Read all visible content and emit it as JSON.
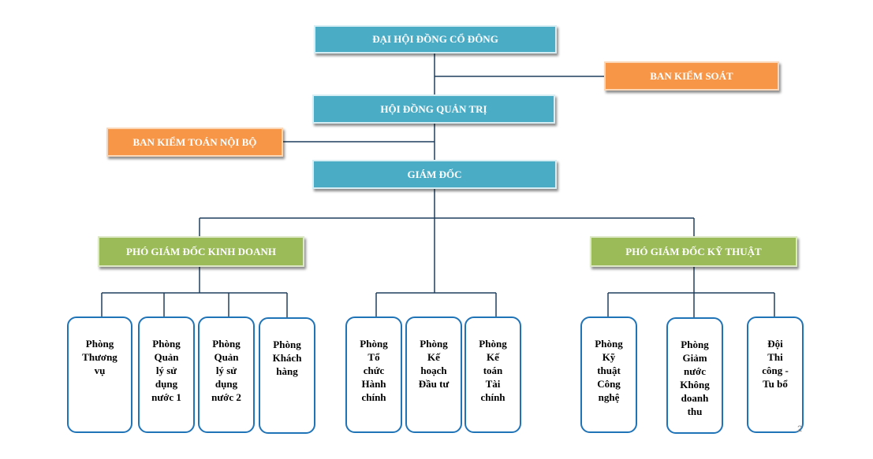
{
  "colors": {
    "executive": "#4bacc6",
    "control": "#f79646",
    "deputy": "#9bbb59",
    "department_border": "#1f73b7",
    "connector": "#1f3f5f"
  },
  "nodes": {
    "shareholders_meeting": "ĐẠI HỘI ĐỒNG CỔ ĐÔNG",
    "supervisory_board": "BAN KIỂM SOÁT",
    "board_of_directors": "HỘI ĐỒNG QUẢN TRỊ",
    "internal_audit": "BAN KIỂM TOÁN NỘI BỘ",
    "director": "GIÁM ĐỐC",
    "deputy_business": "PHÓ GIÁM ĐỐC KINH DOANH",
    "deputy_technical": "PHÓ GIÁM ĐỐC KỸ THUẬT"
  },
  "departments": {
    "business": [
      [
        "Phòng",
        "Thương",
        "vụ"
      ],
      [
        "Phòng",
        "Quản",
        "lý sử",
        "dụng",
        "nước 1"
      ],
      [
        "Phòng",
        "Quản",
        "lý sử",
        "dụng",
        "nước 2"
      ],
      [
        "Phòng",
        "Khách",
        "hàng"
      ]
    ],
    "director": [
      [
        "Phòng",
        "Tổ",
        "chức",
        "Hành",
        "chính"
      ],
      [
        "Phòng",
        "Kế",
        "hoạch",
        "Đầu tư"
      ],
      [
        "Phòng",
        "Kế",
        "toán",
        "Tài",
        "chính"
      ]
    ],
    "technical": [
      [
        "Phòng",
        "Kỹ",
        "thuật",
        "Công",
        "nghệ"
      ],
      [
        "Phòng",
        "Giảm",
        "nước",
        "Không",
        "doanh",
        "thu"
      ],
      [
        "Đội",
        "Thi",
        "công -",
        "Tu bổ"
      ]
    ]
  },
  "page_number": "2"
}
